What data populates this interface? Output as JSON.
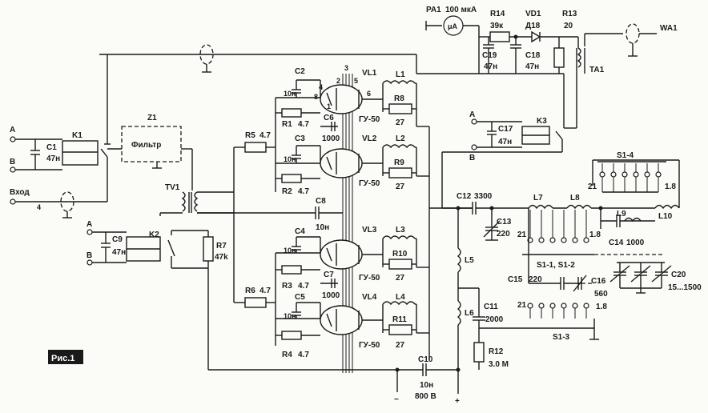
{
  "figure_tag": "Рис.1",
  "inputs": {
    "a": "A",
    "b": "B",
    "input": "Вход",
    "pin4": "4"
  },
  "components": {
    "k1": "K1",
    "c1": "C1",
    "c1_val": "47н",
    "z1": "Z1",
    "filter": "Фильтр",
    "tv1": "TV1",
    "k2": "K2",
    "c9": "C9",
    "c9_val": "47н",
    "r7": "R7",
    "r7_val": "47k",
    "r5": "R5",
    "r5_val": "4.7",
    "r6": "R6",
    "r6_val": "4.7",
    "c2": "C2",
    "c2_val": "10н",
    "c3": "C3",
    "c3_val": "10н",
    "c4": "C4",
    "c4_val": "10н",
    "c5": "C5",
    "c5_val": "10н",
    "r1": "R1",
    "r1_val": "4.7",
    "r2": "R2",
    "r2_val": "4.7",
    "r3": "R3",
    "r3_val": "4.7",
    "r4": "R4",
    "r4_val": "4.7",
    "c6": "C6",
    "c6_val": "1000",
    "c7": "C7",
    "c7_val": "1000",
    "c8": "C8",
    "c8_val": "10н",
    "vl1": "VL1",
    "vl2": "VL2",
    "vl3": "VL3",
    "vl4": "VL4",
    "tube_type": "ГУ-50",
    "l1": "L1",
    "l2": "L2",
    "l3": "L3",
    "l4": "L4",
    "r8": "R8",
    "r9": "R9",
    "r10": "R10",
    "r11": "R11",
    "r_par_val": "27",
    "pin_1": "1",
    "pin_2": "2",
    "pin_3": "3",
    "pin_4": "4",
    "pin_5": "5",
    "pin_6": "6",
    "pin_8": "8",
    "c10": "C10",
    "c10_val": "10н",
    "c10_volt": "800 В",
    "pa1": "PA1",
    "pa1_val": "100 мкА",
    "pa1_sym": "μA",
    "r14": "R14",
    "r14_val": "39к",
    "vd1": "VD1",
    "vd1_val": "Д18",
    "r13": "R13",
    "r13_val": "20",
    "c19": "C19",
    "c19_val": "47н",
    "c18": "C18",
    "c18_val": "47н",
    "ta1": "TA1",
    "wa1": "WA1",
    "k3": "K3",
    "c17": "C17",
    "c17_val": "47н",
    "c12": "C12",
    "c12_val": "3300",
    "c13": "C13",
    "c13_val": "220",
    "l5": "L5",
    "l6": "L6",
    "c11": "C11",
    "c11_val": "2000",
    "r12": "R12",
    "r12_val": "3.0 М",
    "l7": "L7",
    "l8": "L8",
    "l9": "L9",
    "l10": "L10",
    "c14": "C14",
    "c14_val": "1000",
    "c15": "C15",
    "c15_val": "220",
    "c16": "C16",
    "c16_val": "560",
    "c20": "C20",
    "c20_val": "15...1500",
    "s1_4": "S1-4",
    "s1_12": "S1-1, S1-2",
    "s1_3": "S1-3",
    "n21": "21",
    "n18": "1.8"
  },
  "supply": {
    "minus": "−",
    "plus": "+"
  }
}
